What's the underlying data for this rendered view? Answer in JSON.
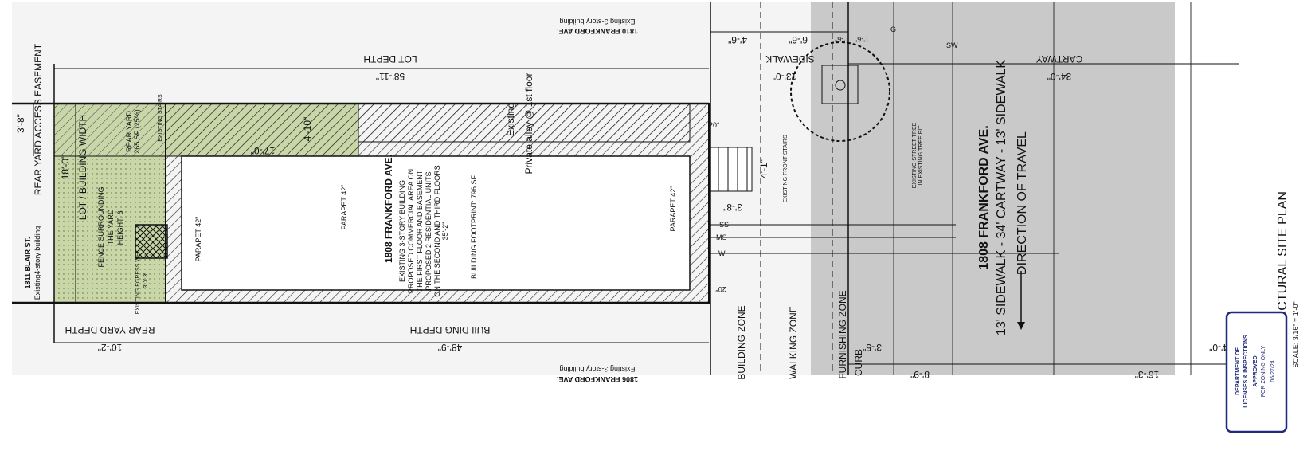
{
  "sheet_title": "ARCHITECTURAL SITE PLAN",
  "scale": "SCALE: 3/16\" = 1'-0\"",
  "neighbors": {
    "top_label": "1810 FRANKFORD AVE.",
    "top_sub": "Existing 3-story building",
    "bottom_label": "1806 FRANKFORD AVE.",
    "bottom_sub": "Existing 3-story building",
    "left_label": "1811 BLAIR ST.",
    "left_sub": "Existing4-story building"
  },
  "dimensions": {
    "lot_depth_label": "LOT DEPTH",
    "lot_depth_value": "58'-11\"",
    "building_depth_label": "BUILDING DEPTH",
    "building_depth_value": "48'-9\"",
    "rear_yard_depth_label": "REAR YARD DEPTH",
    "rear_yard_depth_value": "10'-2\"",
    "lot_width_label": "LOT / BUILDING WIDTH",
    "lot_width_value": "18'-0\"",
    "easement_label": "REAR YARD ACCESS EASEMENT",
    "easement_value": "3'-8\"",
    "d_17_0": "17'-0\"",
    "d_4_10": "4'-10\"",
    "d_35_2": "35'-2\"",
    "d_4_1": "4'-1\"",
    "d_3_8": "3'-8\"",
    "d_4_6": "4'-6\"",
    "d_6_6": "6'-6\"",
    "d_1_6a": "1'-6\"",
    "d_1_6b": "1'-6\"",
    "d_13_0": "13'-0\"",
    "d_34_0": "34'-0\"",
    "d_3_5": "3'-5\"",
    "d_8_9": "8'-9\"",
    "d_16_3": "16'-3\"",
    "d_4_0": "4'-0\"",
    "angle_top": "20°",
    "angle_bottom": "20°"
  },
  "labels": {
    "rear_yard": "REAR YARD",
    "rear_yard_sf": "265 SF (25%)",
    "existing_stairs": "EXISTING STAIRS",
    "fence_1": "FENCE SURROUNDING",
    "fence_2": "THE YARD",
    "fence_3": "HEIGHT: 6'",
    "egress_well": "EXISTING EGRESS WELL",
    "egress_dim": "3' X 3'",
    "parapet_left": "PARAPET 42\"",
    "parapet_mid": "PARAPET 42\"",
    "parapet_right": "PARAPET 42\"",
    "building_address": "1808 FRANKFORD AVE.",
    "desc_1": "EXISTING 3-STORY BUILDING",
    "desc_2": "PROPOSED COMMERCIAL AREA ON",
    "desc_3": "THE FIRST FLOOR AND BASEMENT",
    "desc_4": "PROPOSED 2 RESIDENTIAL UNITS",
    "desc_5": "ON THE SECOND AND THIRD FLOORS",
    "footprint": "BUILDING FOOTPRINT: 796 SF",
    "alley_1": "Existing",
    "alley_2": "Private alley @ 1st floor",
    "front_stairs": "EXISTING FRONT STAIRS",
    "street_tree_1": "EXISTING STREET TREE",
    "street_tree_2": "IN EXISTING TREE PIT",
    "sidewalk": "SIDEWALK",
    "cartway": "CARTWAY",
    "street_name": "1808 FRANKFORD AVE.",
    "street_section": "13' SIDEWALK - 34' CARTWAY - 13' SIDEWALK",
    "direction": "DIRECTION OF TRAVEL",
    "building_zone": "BUILDING ZONE",
    "walking_zone": "WALKING ZONE",
    "furnishing_zone": "FURNISHING ZONE",
    "curb": "CURB"
  },
  "utilities": {
    "ss": "SS",
    "ms": "MS",
    "w": "W",
    "g": "G",
    "sw": "SW"
  },
  "stamp": {
    "dept_1": "DEPARTMENT OF",
    "dept_2": "LICENSES & INSPECTIONS",
    "approved": "APPROVED",
    "for_zoning": "FOR ZONING ONLY",
    "date": "06/27/24"
  },
  "colors": {
    "street_gray": "#c9c9c9",
    "yard_green": "#c9d6a8",
    "ink": "#111111",
    "stamp_blue": "#1f2a7a"
  }
}
